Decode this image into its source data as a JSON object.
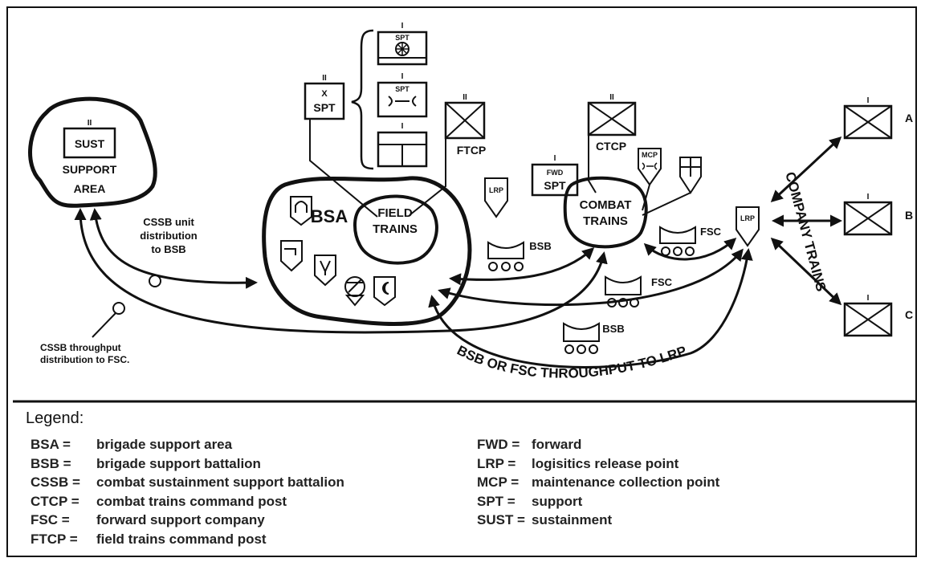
{
  "title": "",
  "units": {
    "support_area": {
      "echelon": "II",
      "name": "SUST",
      "label_line1": "SUPPORT",
      "label_line2": "AREA"
    },
    "spt_x": {
      "echelon": "II",
      "mod": "X",
      "name": "SPT"
    },
    "spt_medical": {
      "echelon": "I",
      "name": "SPT"
    },
    "spt_maintenance": {
      "echelon": "I",
      "name": "SPT"
    },
    "spt_supply": {
      "echelon": "I"
    },
    "ftcp": {
      "echelon": "II",
      "label": "FTCP"
    },
    "ctcp": {
      "echelon": "II",
      "label": "CTCP"
    },
    "fwd_spt": {
      "echelon": "I",
      "line1": "FWD",
      "line2": "SPT"
    },
    "mcp": {
      "label": "MCP"
    },
    "company_a": {
      "echelon": "I",
      "label": "A"
    },
    "company_b": {
      "echelon": "I",
      "label": "B"
    },
    "company_c": {
      "echelon": "I",
      "label": "C"
    }
  },
  "areas": {
    "bsa": "BSA",
    "field_trains_line1": "FIELD",
    "field_trains_line2": "TRAINS",
    "combat_trains_line1": "COMBAT",
    "combat_trains_line2": "TRAINS",
    "company_trains": "COMPANY TRAINS"
  },
  "points": {
    "lrp_mid": "LRP",
    "lrp_right": "LRP"
  },
  "vehicles": {
    "bsb_upper": "BSB",
    "fsc_right": "FSC",
    "fsc_lower": "FSC",
    "bsb_lower": "BSB"
  },
  "annotations": {
    "cssb_unit_1": "CSSB unit",
    "cssb_unit_2": "distribution",
    "cssb_unit_3": "to BSB",
    "cssb_through_1": "CSSB throughput",
    "cssb_through_2": "distribution to FSC.",
    "throughput_lrp": "BSB OR FSC THROUGHPUT TO LRP"
  },
  "legend": {
    "title": "Legend:",
    "left": [
      {
        "abbr": "BSA =",
        "meaning": "brigade support area"
      },
      {
        "abbr": "BSB =",
        "meaning": "brigade support battalion"
      },
      {
        "abbr": "CSSB =",
        "meaning": "combat sustainment support battalion"
      },
      {
        "abbr": "CTCP =",
        "meaning": "combat trains command post"
      },
      {
        "abbr": "FSC =",
        "meaning": "forward support company"
      },
      {
        "abbr": "FTCP =",
        "meaning": "field trains command post"
      }
    ],
    "right": [
      {
        "abbr": "FWD =",
        "meaning": "forward"
      },
      {
        "abbr": "LRP =",
        "meaning": "logisitics release point"
      },
      {
        "abbr": "MCP =",
        "meaning": "maintenance collection point"
      },
      {
        "abbr": "SPT =",
        "meaning": "support"
      },
      {
        "abbr": "SUST =",
        "meaning": "sustainment"
      }
    ]
  }
}
